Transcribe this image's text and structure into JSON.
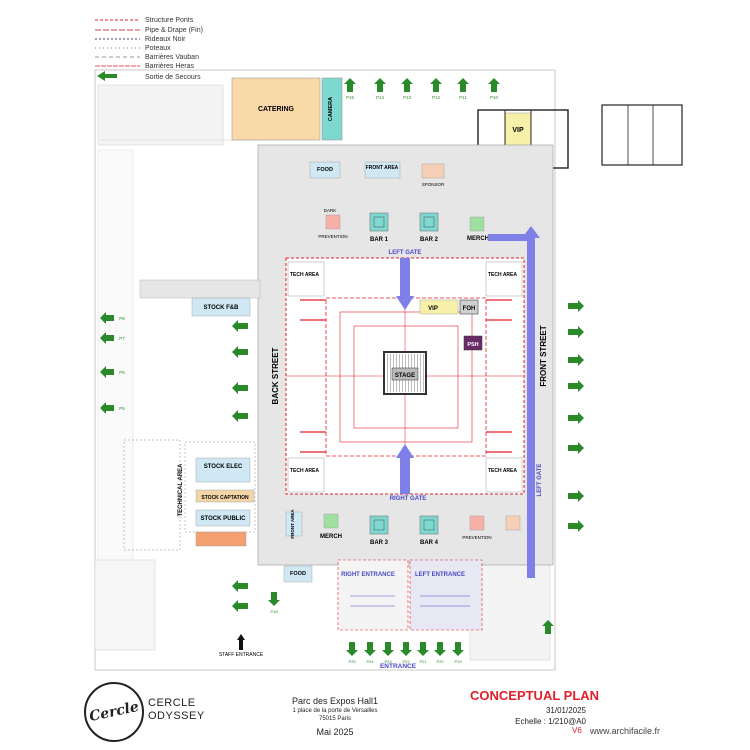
{
  "legend": [
    {
      "label": "Structure Ponts",
      "color": "#e0202a",
      "dash": "3,2"
    },
    {
      "label": "Pipe & Drape (Fin)",
      "color": "#c44",
      "dash": "6,2"
    },
    {
      "label": "Rideaux Noir",
      "color": "#446",
      "dash": "2,2"
    },
    {
      "label": "Poteaux",
      "color": "#777",
      "dash": "1,3"
    },
    {
      "label": "Barrières Vauban",
      "color": "#999",
      "dash": "4,3"
    },
    {
      "label": "Barrières Heras",
      "color": "#d55",
      "dash": "5,1"
    },
    {
      "label": "Sortie de Secours",
      "color": "#2a8a2a",
      "dash": ""
    }
  ],
  "areas": {
    "catering": "CATERING",
    "camera": "CAMERA",
    "vip_top": "VIP",
    "food_top": "FOOD",
    "front_area": "FRONT AREA",
    "sponsor": "SPONSOR",
    "bar1": "BAR 1",
    "bar2": "BAR 2",
    "bar3": "BAR 3",
    "bar4": "BAR 4",
    "merch_top": "MERCH",
    "merch_bottom": "MERCH",
    "prevention_top": "PREVENTION",
    "prevention_bottom": "PREVENTION",
    "dark": "DARK",
    "left_gate": "LEFT GATE",
    "right_gate": "RIGHT GATE",
    "back_street": "BACK STREET",
    "front_street": "FRONT STREET",
    "left_gate_side": "LEFT GATE",
    "stage": "STAGE",
    "vip_inner": "VIP",
    "foh": "FOH",
    "psh": "PSH",
    "tech_tl": "TECH AREA",
    "tech_tr": "TECH AREA",
    "tech_bl": "TECH AREA",
    "tech_br": "TECH AREA",
    "stock_fb": "STOCK F&B",
    "stock_elec": "STOCK ELEC",
    "stock_capt": "STOCK CAPTATION",
    "stock_public": "STOCK PUBLIC",
    "technical_area": "TECHNICAL AREA",
    "food_bottom": "FOOD",
    "right_entrance": "RIGHT ENTRANCE",
    "left_entrance": "LEFT ENTRANCE",
    "entrance": "ENTRANCE",
    "staff_entrance": "STAFF ENTRANCE",
    "front_area_bottom": "FRONT AREA"
  },
  "exit_labels": {
    "top": [
      "P15",
      "P14",
      "P13",
      "P12",
      "P11",
      "P10"
    ],
    "left": [
      "P8",
      "P7",
      "P6",
      "P5"
    ],
    "bottom": [
      "P25",
      "P24",
      "P23",
      "P22",
      "P21",
      "P20",
      "P19",
      "P18"
    ]
  },
  "title_block": {
    "brand_line1": "CERCLE",
    "brand_line2": "ODYSSEY",
    "logo_text": "Cercle",
    "venue": "Parc des Expos Hall1",
    "address1": "1 place de la porte de Versailles",
    "address2": "75015 Paris",
    "event_date": "Mai 2025",
    "plan_title": "CONCEPTUAL PLAN",
    "plan_date": "31/01/2025",
    "scale": "Echelle : 1/210@A0",
    "version": "V6",
    "watermark": "www.archifacile.fr"
  },
  "colors": {
    "structure_red": "#e0202a",
    "gate_blue": "#7f7fe8",
    "exit_green": "#2a8a2a",
    "catering_fill": "#f9d9a8",
    "camera_fill": "#7fd8d0",
    "stock_fill": "#cfe8f4",
    "psh_fill": "#6a2a6a",
    "vip_fill": "#f6f0a8"
  }
}
